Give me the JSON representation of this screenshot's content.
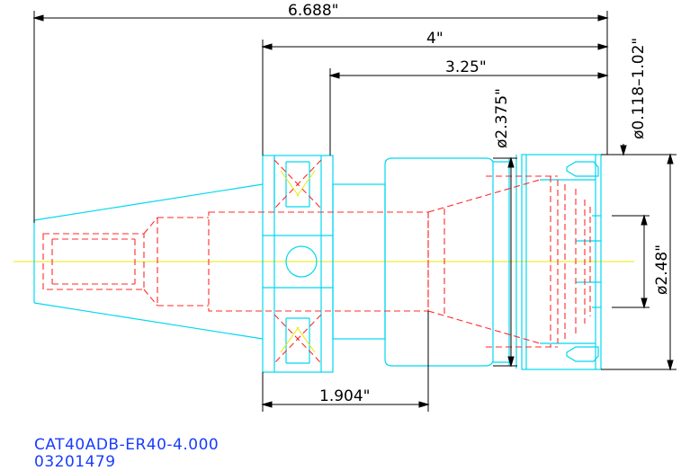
{
  "drawing": {
    "colors": {
      "outline": "#00d8f0",
      "hidden": "#ff2a2a",
      "centerline": "#e8e800",
      "dimension": "#000000",
      "caption": "#1a3cff"
    },
    "dimensions": {
      "overall_length": "6.688\"",
      "length_4": "4\"",
      "length_325": "3.25\"",
      "flange_to_body": "1.904\"",
      "body_diameter": "ø2.375\"",
      "clamping_range": "ø0.118–1.02\"",
      "nut_diameter": "ø2.48\""
    },
    "caption": {
      "part_number": "CAT40ADB-ER40-4.000",
      "item_code": "03201479"
    }
  }
}
